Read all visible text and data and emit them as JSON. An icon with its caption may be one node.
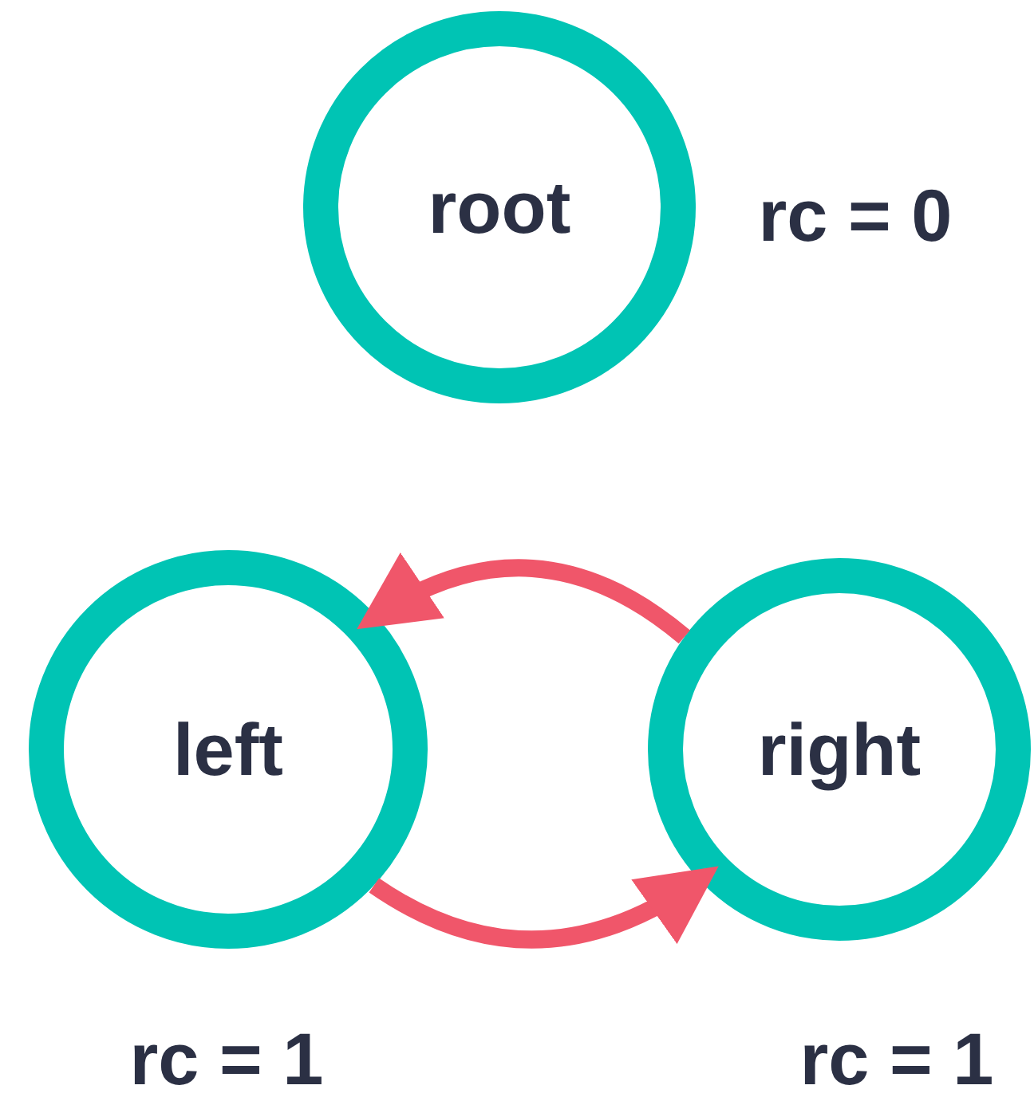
{
  "diagram": {
    "nodes": [
      {
        "text": [
          "root"
        ],
        "beside": [
          "rc = 0"
        ]
      },
      {
        "text": [
          "left"
        ],
        "beside": [
          "rc = 1"
        ]
      },
      {
        "text": [
          "right"
        ],
        "beside": [
          "rc = 1"
        ]
      }
    ],
    "edges": [
      {
        "from": 2,
        "to": 1,
        "arrow": "to"
      },
      {
        "from": 1,
        "to": 2,
        "arrow": "to"
      }
    ]
  }
}
